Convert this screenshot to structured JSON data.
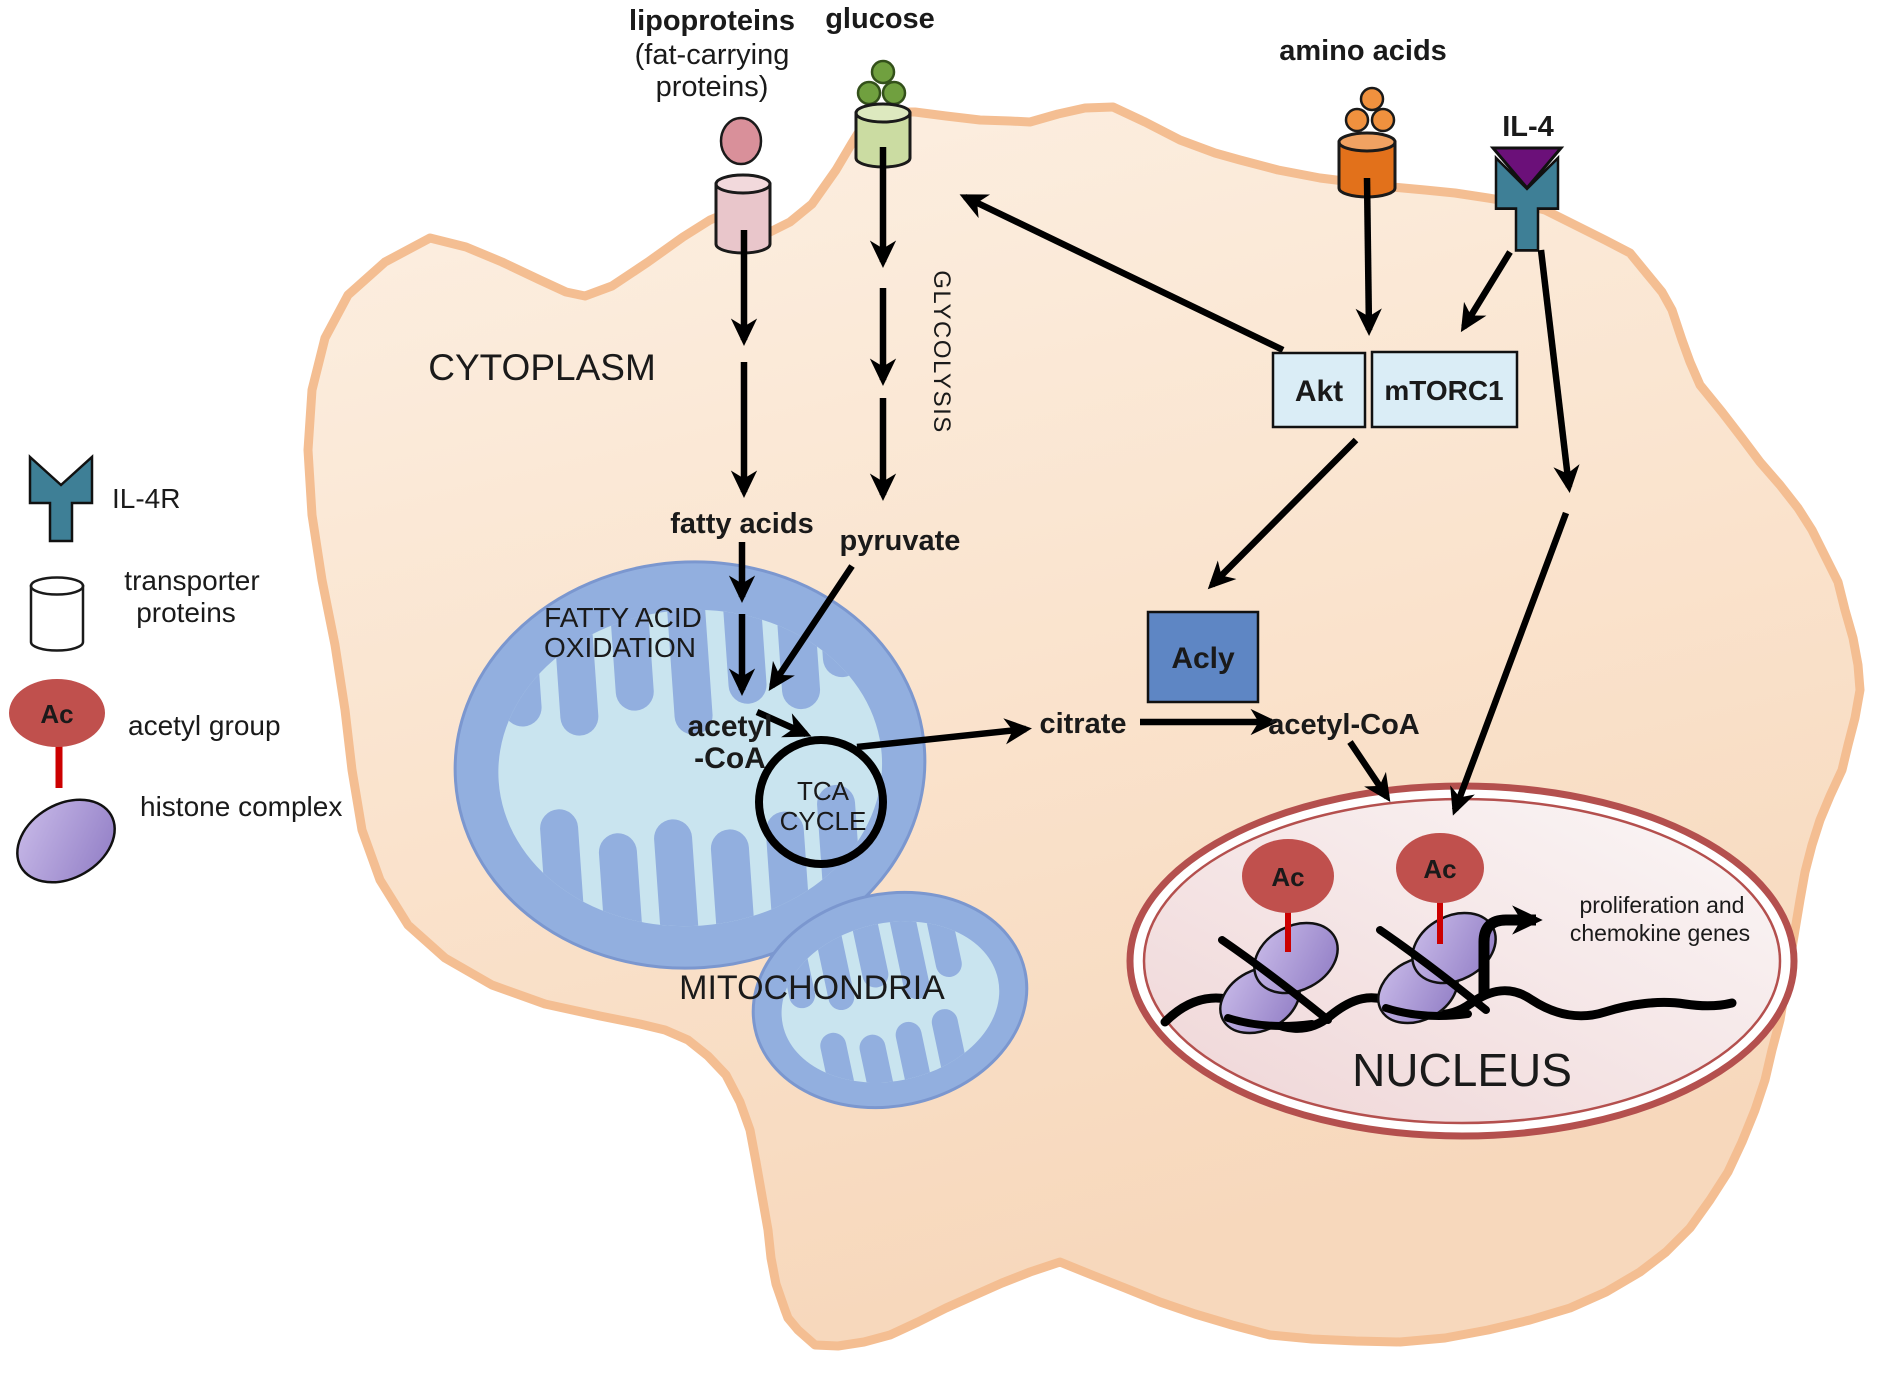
{
  "extracellular": {
    "lipoproteins_line1": "lipoproteins",
    "lipoproteins_line2": "(fat-carrying",
    "lipoproteins_line3": "proteins)",
    "glucose": "glucose",
    "amino_acids": "amino acids",
    "il4": "IL-4"
  },
  "legend": {
    "il4r": "IL-4R",
    "transporter_line1": "transporter",
    "transporter_line2": "proteins",
    "ac": "Ac",
    "acetyl_group": "acetyl group",
    "histone_complex": "histone complex"
  },
  "compartments": {
    "cytoplasm": "CYTOPLASM",
    "mitochondria": "MITOCHONDRIA",
    "nucleus": "NUCLEUS"
  },
  "metabolism": {
    "glycolysis": "GLYCOLYSIS",
    "fatty_acids": "fatty acids",
    "pyruvate": "pyruvate",
    "fatty_acid_oxidation_line1": "FATTY ACID",
    "fatty_acid_oxidation_line2": "OXIDATION",
    "acetyl_coa_mito_line1": "acetyl",
    "acetyl_coa_mito_line2": "-CoA",
    "tca_line1": "TCA",
    "tca_line2": "CYCLE",
    "citrate": "citrate",
    "acetyl_coa_cytosol": "acetyl-CoA"
  },
  "signaling": {
    "akt": "Akt",
    "mtorc1": "mTORC1",
    "acly": "Acly"
  },
  "nucleus_content": {
    "ac1": "Ac",
    "ac2": "Ac",
    "genes_line1": "proliferation and",
    "genes_line2": "chemokine genes"
  },
  "colors": {
    "membrane_stroke": "#F4BE92",
    "cytoplasm_label": "#F0A571",
    "mitochondria_outer": "#92AFDF",
    "mitochondria_border": "#7B97CF",
    "mitochondria_inner": "#C9E4EF",
    "mitochondria_label": "#2F3E6B",
    "nucleus_border": "#B4504E",
    "nucleus_label": "#B5413E",
    "acetyl_fill": "#C0504D",
    "acetyl_stick": "#CC0000",
    "histone_light": "#CBBDEA",
    "histone_dark": "#8F7BC4",
    "il4r_teal": "#3E7F96",
    "il4_purple": "#6B1079",
    "lipoprotein_pink": "#D9909A",
    "lipoprotein_transporter": "#E9C6CB",
    "glucose_green": "#70A03F",
    "glucose_transporter": "#CBDCA2",
    "amino_acid_orange": "#F0913E",
    "amino_transporter": "#E2711B",
    "kinase_box": "#DAEDF6",
    "acly_box": "#5E86C4",
    "arrow_black": "#000000"
  }
}
